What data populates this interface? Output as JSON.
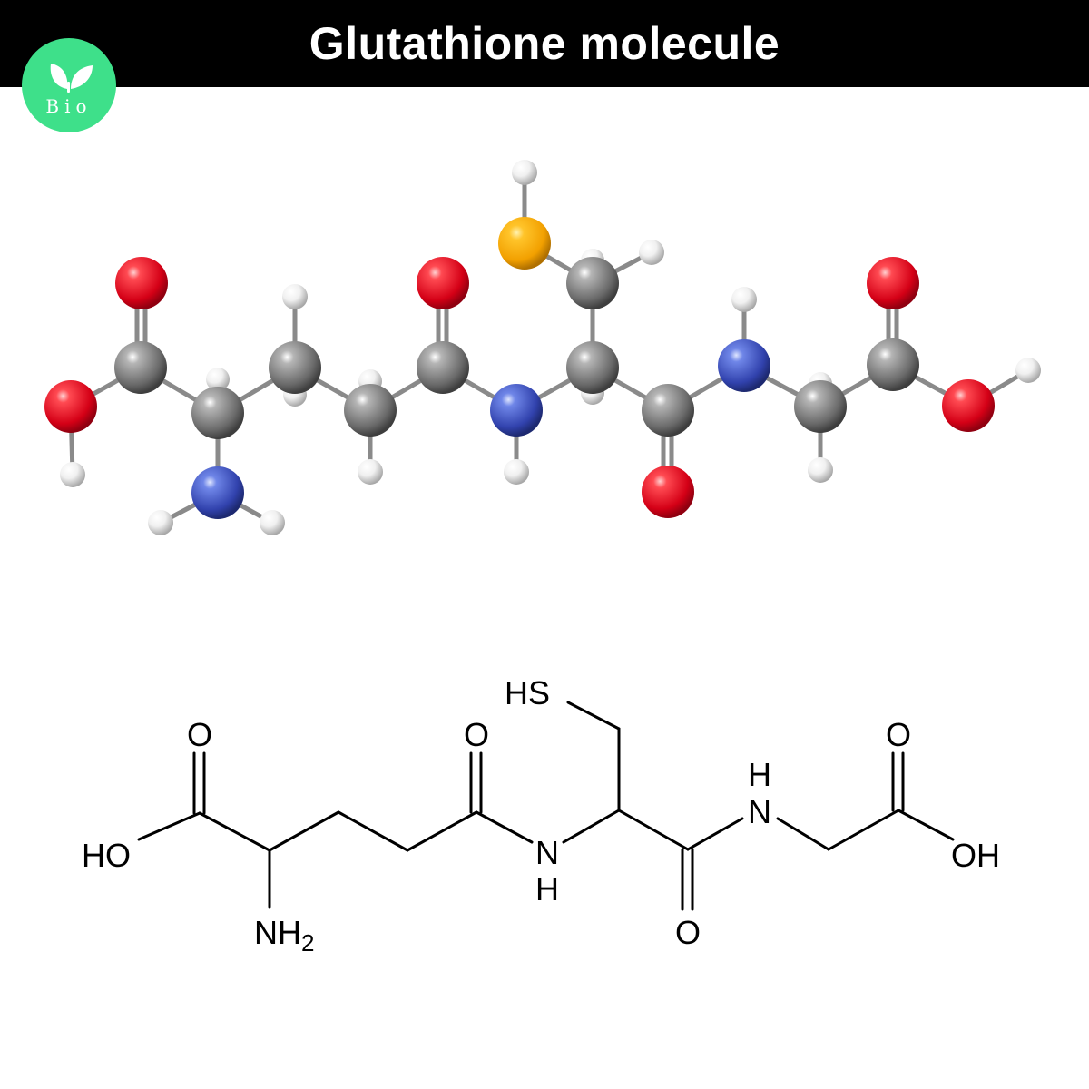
{
  "header": {
    "title": "Glutathione molecule",
    "logo_text": "Bio"
  },
  "colors": {
    "title_bar": "#000000",
    "logo_green": "#3ee08a",
    "oxygen": "#e8001c",
    "carbon": "#6f6f6f",
    "nitrogen": "#3548b8",
    "hydrogen": "#e6e6e6",
    "sulfur": "#f5a800",
    "bond": "#8a8a8a"
  },
  "structural_formula": {
    "labels": {
      "ho": "HO",
      "oh": "OH",
      "hs": "HS",
      "nh2_n": "NH",
      "nh2_sub": "2",
      "o1": "O",
      "o2": "O",
      "o3": "O",
      "o4": "O",
      "n1": "N",
      "h1": "H",
      "n2": "N",
      "h2": "H"
    }
  }
}
